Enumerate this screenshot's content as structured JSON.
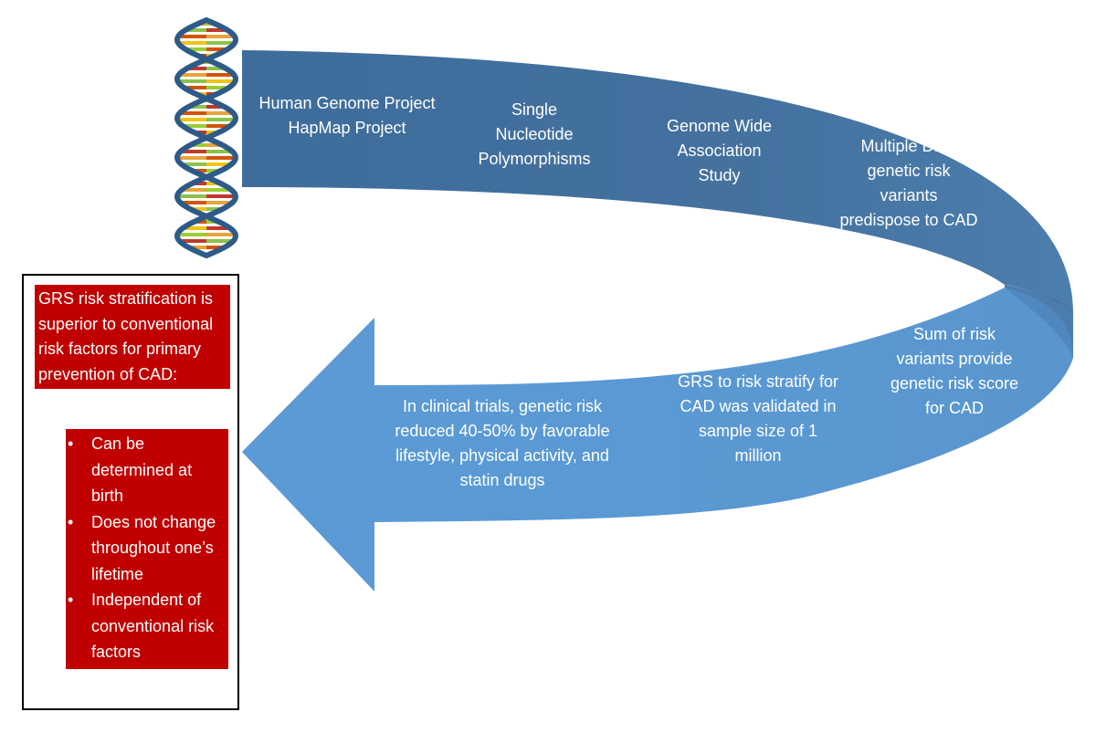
{
  "colors": {
    "ribbon_dark": "#44719e",
    "ribbon_mid": "#4d84bb",
    "ribbon_light": "#5b9bd5",
    "red_box": "#c00000",
    "dna_strand": "#2e5a88"
  },
  "ribbon_labels": {
    "genome_projects": [
      "Human Genome Project",
      "HapMap Project"
    ],
    "snp": [
      "Single",
      "Nucleotide",
      "Polymorphisms"
    ],
    "gwas": [
      "Genome Wide",
      "Association",
      "Study"
    ],
    "variants": [
      "Multiple DNA",
      "genetic risk",
      "variants",
      "predispose to CAD"
    ],
    "sum_variants": [
      "Sum of risk",
      "variants provide",
      "genetic risk score",
      "for CAD"
    ],
    "grs_validated": [
      "GRS to risk stratify for",
      "CAD was validated in",
      "sample size of 1",
      "million"
    ],
    "clinical_trials": [
      "In clinical trials, genetic risk",
      "reduced 40-50% by favorable",
      "lifestyle, physical activity, and",
      "statin drugs"
    ]
  },
  "box": {
    "title": "GRS risk stratification is superior to conventional risk factors for primary prevention of CAD:",
    "bullet_glyph": "•",
    "items": [
      "Can be determined at birth",
      "Does not change throughout one’s lifetime",
      "Independent of conventional risk factors"
    ]
  }
}
